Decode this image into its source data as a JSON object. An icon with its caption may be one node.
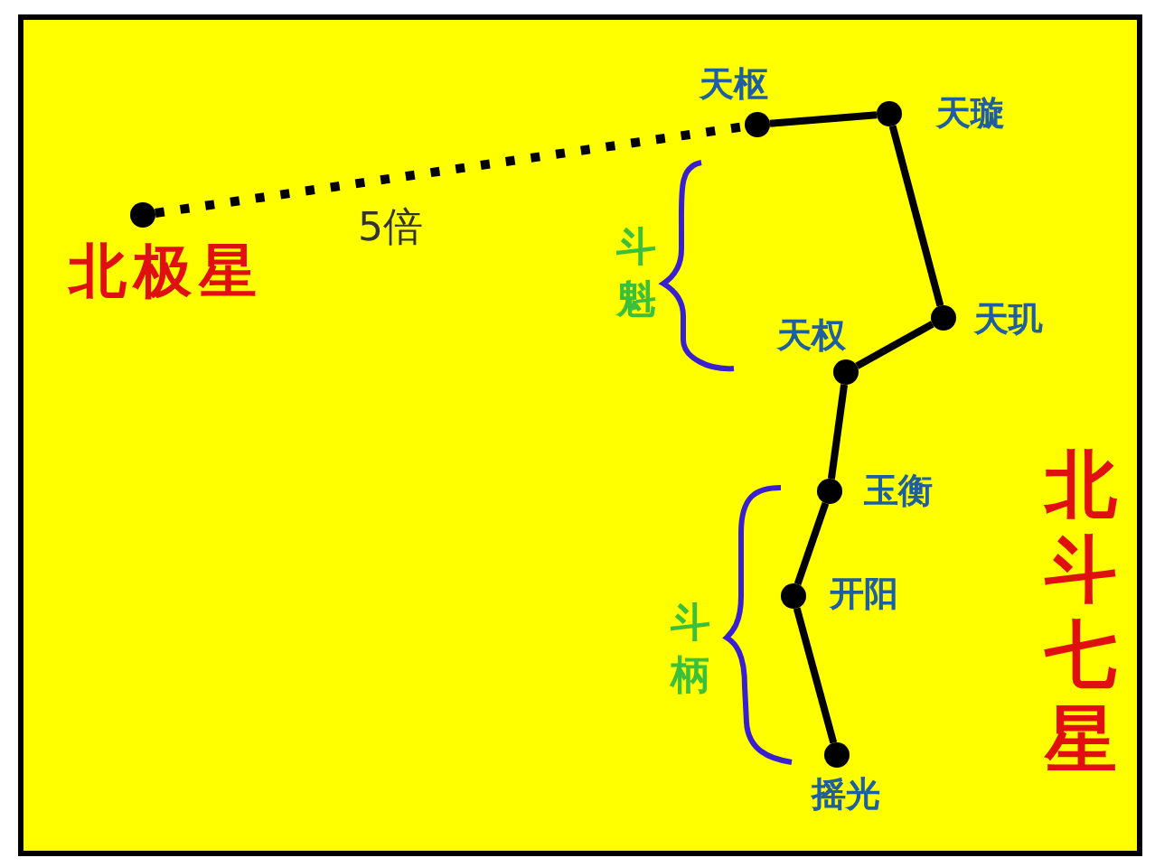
{
  "diagram": {
    "nodes": [
      {
        "text": [],
        "shape": "circle",
        "beside": [
          "北极星"
        ]
      },
      {
        "text": [],
        "shape": "circle",
        "beside": [
          "天枢"
        ]
      },
      {
        "text": [],
        "shape": "circle",
        "beside": [
          "天璇"
        ]
      },
      {
        "text": [],
        "shape": "circle",
        "beside": [
          "天玑"
        ]
      },
      {
        "text": [],
        "shape": "circle",
        "beside": [
          "天权"
        ]
      },
      {
        "text": [],
        "shape": "circle",
        "beside": [
          "玉衡"
        ]
      },
      {
        "text": [],
        "shape": "circle",
        "beside": [
          "开阳"
        ]
      },
      {
        "text": [],
        "shape": "circle",
        "beside": [
          "摇光"
        ]
      }
    ],
    "edges": [
      {
        "from": 0,
        "to": 1,
        "arrow": "none",
        "style": "dashed",
        "label": "5倍"
      },
      {
        "from": 1,
        "to": 2,
        "arrow": "none"
      },
      {
        "from": 2,
        "to": 3,
        "arrow": "none"
      },
      {
        "from": 3,
        "to": 4,
        "arrow": "none"
      },
      {
        "from": 4,
        "to": 5,
        "arrow": "none"
      },
      {
        "from": 5,
        "to": 6,
        "arrow": "none"
      },
      {
        "from": 6,
        "to": 7,
        "arrow": "none"
      }
    ],
    "labels": [
      "斗魁",
      "斗柄",
      "北斗七星"
    ]
  }
}
